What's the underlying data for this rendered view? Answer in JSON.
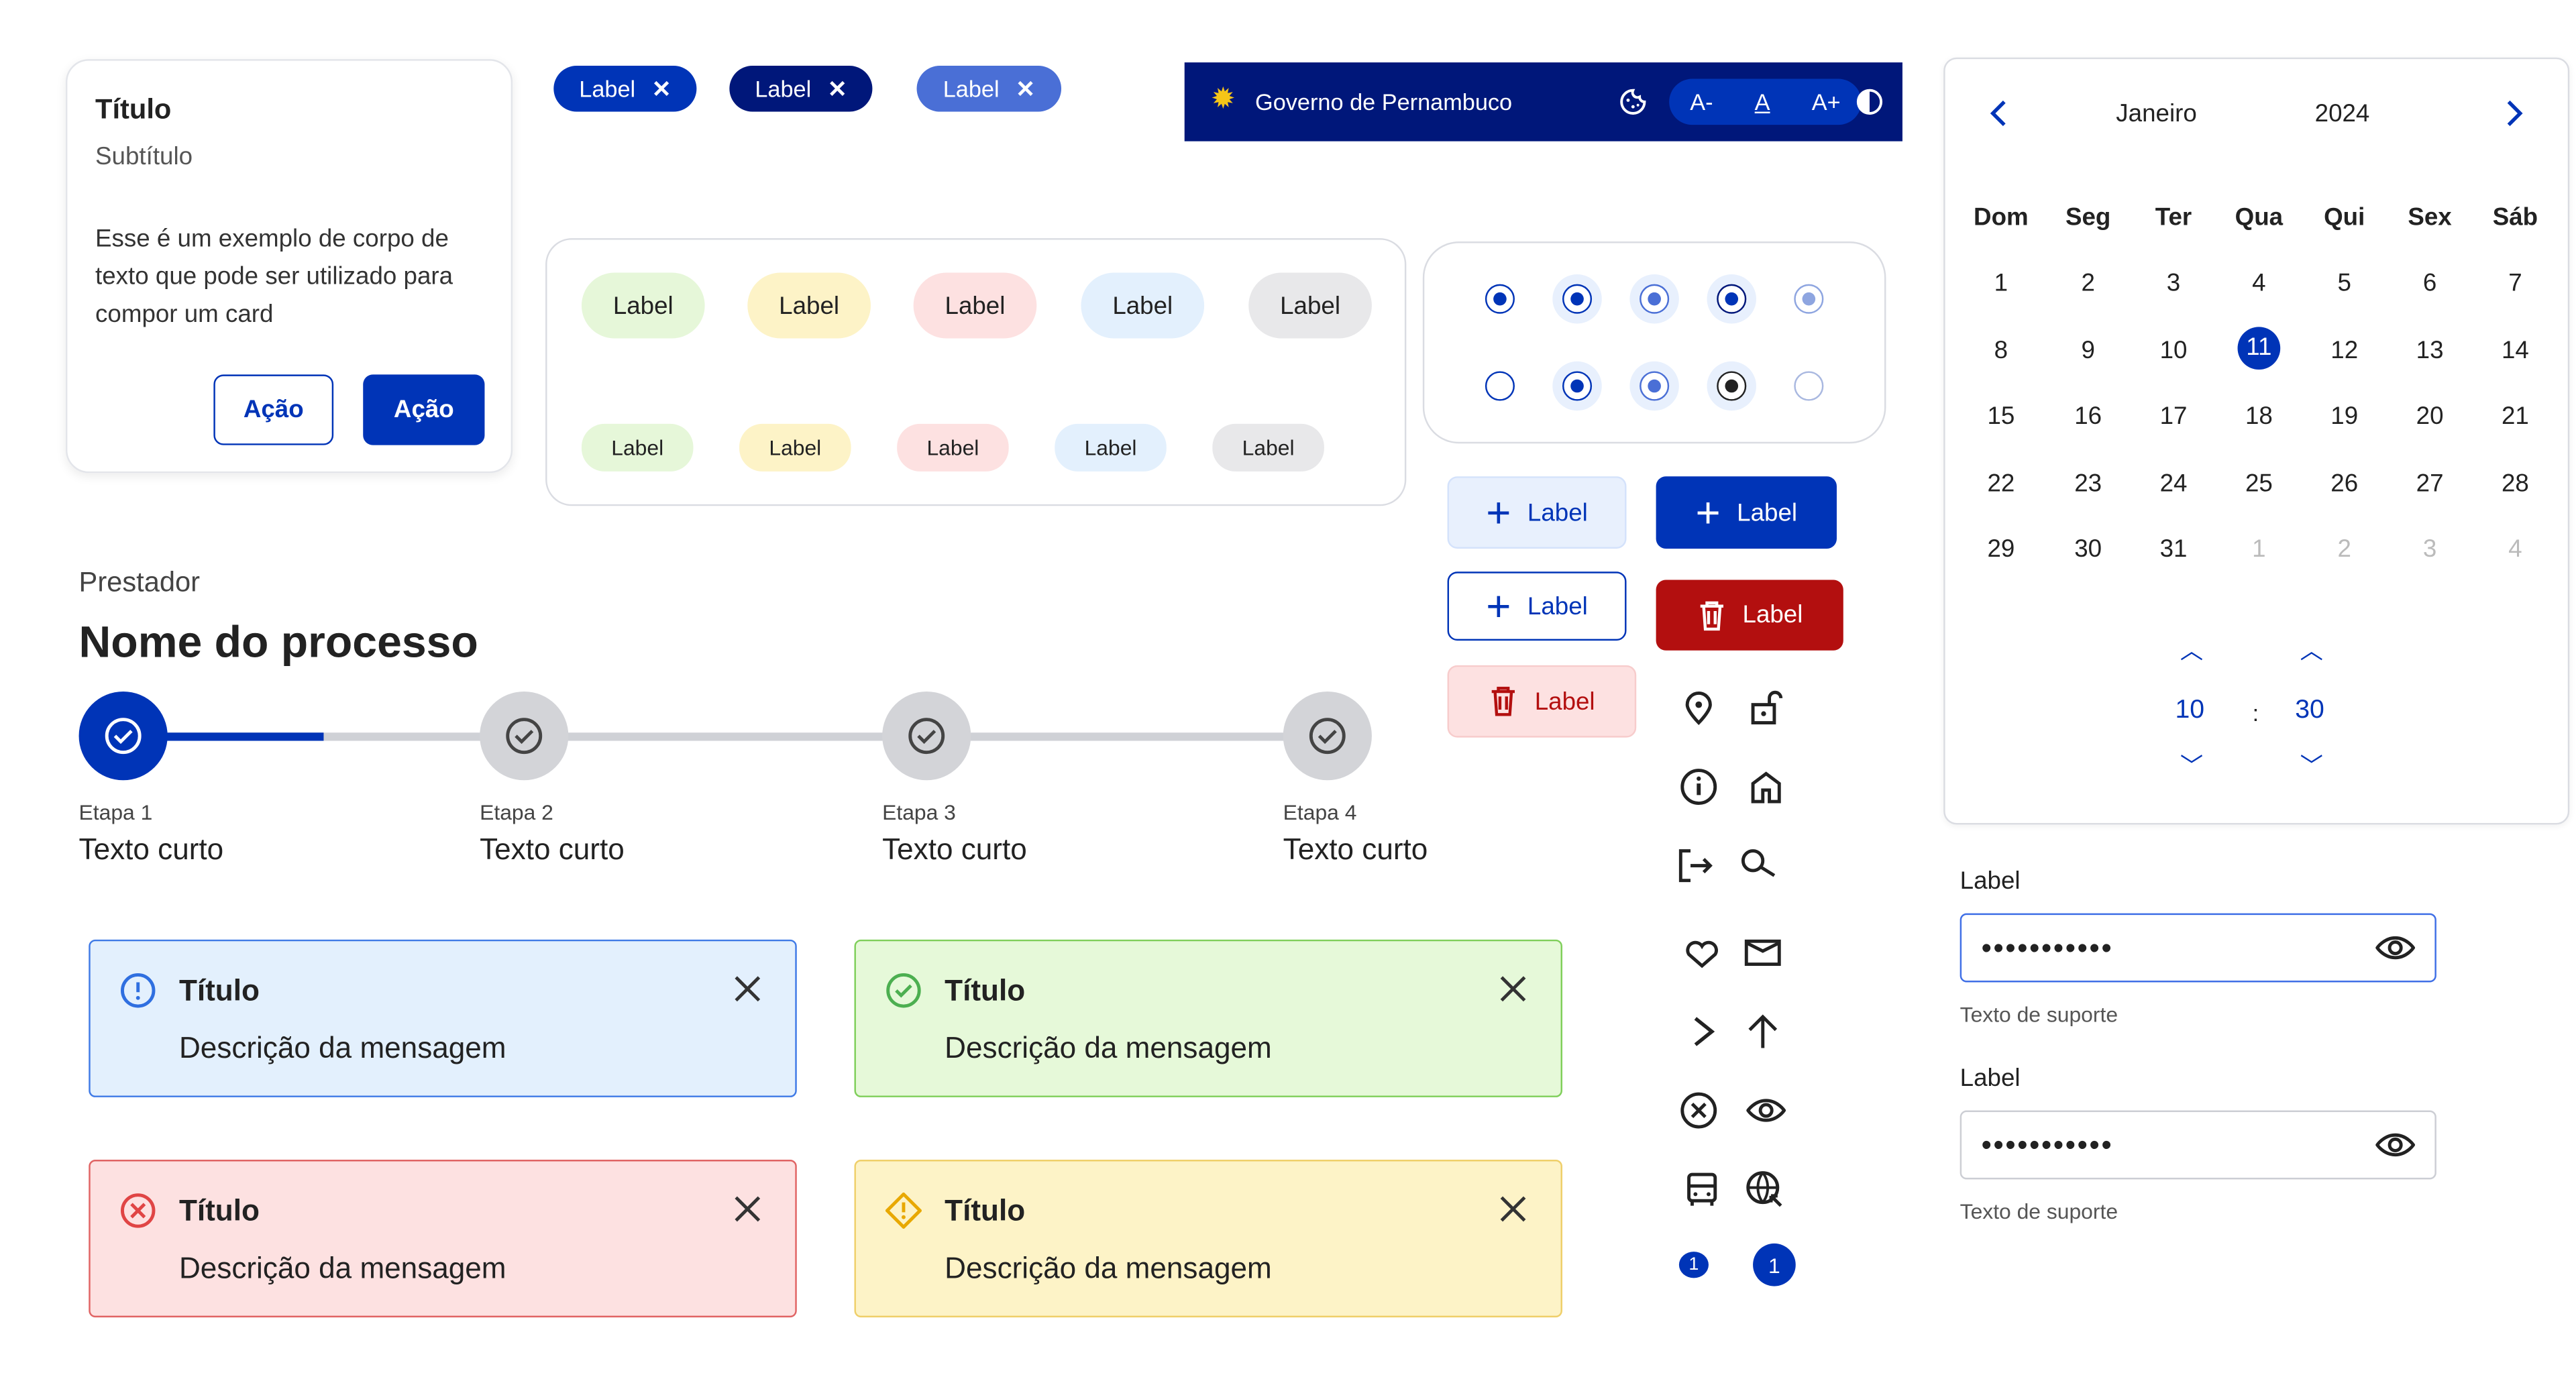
{
  "card": {
    "title": "Título",
    "subtitle": "Subtítulo",
    "body": "Esse é um exemplo de corpo de texto que pode ser utilizado para compor um card",
    "secondary_action": "Ação",
    "primary_action": "Ação"
  },
  "chips": [
    {
      "label": "Label"
    },
    {
      "label": "Label"
    },
    {
      "label": "Label"
    }
  ],
  "header": {
    "title": "Governo de Pernambuco",
    "font_decrease": "A-",
    "font_reset": "A",
    "font_increase": "A+"
  },
  "tags_large": [
    {
      "label": "Label",
      "color": "#e6f7d9"
    },
    {
      "label": "Label",
      "color": "#fdf3c7"
    },
    {
      "label": "Label",
      "color": "#fde1e1"
    },
    {
      "label": "Label",
      "color": "#e3f0fd"
    },
    {
      "label": "Label",
      "color": "#e8e8ea"
    }
  ],
  "tags_small": [
    {
      "label": "Label",
      "color": "#e6f7d9"
    },
    {
      "label": "Label",
      "color": "#fdf3c7"
    },
    {
      "label": "Label",
      "color": "#fde1e1"
    },
    {
      "label": "Label",
      "color": "#e3f0fd"
    },
    {
      "label": "Label",
      "color": "#e8e8ea"
    }
  ],
  "buttons": {
    "secondary": "Label",
    "primary": "Label",
    "outline": "Label",
    "danger": "Label",
    "danger_light": "Label"
  },
  "stepper": {
    "overline": "Prestador",
    "title": "Nome do processo",
    "progress": 0.5,
    "steps": [
      {
        "label": "Etapa 1",
        "text": "Texto curto"
      },
      {
        "label": "Etapa 2",
        "text": "Texto curto"
      },
      {
        "label": "Etapa 3",
        "text": "Texto curto"
      },
      {
        "label": "Etapa 4",
        "text": "Texto curto"
      }
    ]
  },
  "alerts": [
    {
      "type": "info",
      "title": "Título",
      "description": "Descrição da mensagem"
    },
    {
      "type": "success",
      "title": "Título",
      "description": "Descrição da mensagem"
    },
    {
      "type": "error",
      "title": "Título",
      "description": "Descrição da mensagem"
    },
    {
      "type": "warning",
      "title": "Título",
      "description": "Descrição da mensagem"
    }
  ],
  "badges": [
    "1",
    "1"
  ],
  "calendar": {
    "month": "Janeiro",
    "year": "2024",
    "weekdays": [
      "Dom",
      "Seg",
      "Ter",
      "Qua",
      "Qui",
      "Sex",
      "Sáb"
    ],
    "days": [
      "1",
      "2",
      "3",
      "4",
      "5",
      "6",
      "7",
      "8",
      "9",
      "10",
      "11",
      "12",
      "13",
      "14",
      "15",
      "16",
      "17",
      "18",
      "19",
      "20",
      "21",
      "22",
      "23",
      "24",
      "25",
      "26",
      "27",
      "28",
      "29",
      "30",
      "31",
      "1",
      "2",
      "3",
      "4"
    ],
    "selected": "11",
    "hour": "10",
    "separator": ":",
    "minute": "30"
  },
  "password_fields": [
    {
      "label": "Label",
      "value": "•••••••••••",
      "support": "Texto de suporte"
    },
    {
      "label": "Label",
      "value": "•••••••••••",
      "support": "Texto de suporte"
    }
  ],
  "colors": {
    "primary": "#0034b7",
    "navy": "#00177a",
    "danger": "#b30f0f"
  }
}
